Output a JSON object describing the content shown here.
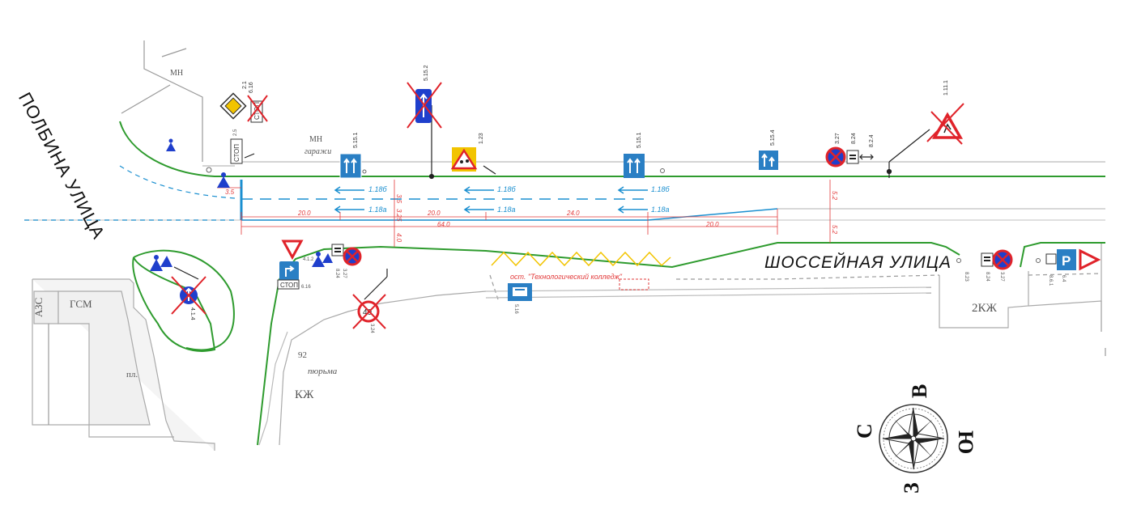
{
  "colors": {
    "curb": "#2e9b2e",
    "marking": "#1a8fd0",
    "dimension": "#e23a3a",
    "sign_blue": "#2a7fc4",
    "sign_red": "#e0232a",
    "sign_yellow": "#f2c400",
    "cross_out": "#e0232a",
    "symbol_blue": "#1f3fcc",
    "base_map": "#9a9a9a"
  },
  "streets": {
    "polbina": "ПОЛБИНА УЛИЦА",
    "shosseynaya": "ШОССЕЙНАЯ УЛИЦА"
  },
  "map_labels": {
    "mn_top": "МН",
    "mn_garages_1": "МН",
    "mn_garages_2": "гаражи",
    "azs": "АЗС",
    "gsm": "ГСМ",
    "pl": "пл.",
    "num_92": "92",
    "pivnaya": "пюрьма",
    "kzh_left": "КЖ",
    "kzh_right": "2КЖ",
    "bus_stop": "ост. \"Технологический колледж\""
  },
  "dimensions": {
    "v1": "3.5",
    "v2": "3.5",
    "v3": "3.25",
    "v4": "4.0",
    "v5": "5.2",
    "v6": "5.2",
    "h1": "20.0",
    "h2": "20.0",
    "h3": "24.0",
    "h4": "64.0",
    "h5": "20.0"
  },
  "markings": {
    "m1": "1.18б",
    "m2": "1.18б",
    "m3": "1.18б",
    "m4": "1.18а",
    "m5": "1.18а",
    "m6": "1.18а"
  },
  "signs": {
    "s_2_1": "2.1",
    "s_2_5_top": "2.5",
    "s_6_16": "6.16",
    "s_5_15_1a": "5.15.1",
    "s_5_15_1b": "5.15.1",
    "s_5_15_2": "5.15.2",
    "s_1_23": "1.23",
    "s_5_15_4": "5.15.4",
    "s_3_27a": "3.27",
    "s_8_24a": "8.24",
    "s_8_2_4": "8.2.4",
    "s_1_11_1": "1.11.1",
    "s_4_1_4": "4.1.4",
    "s_4_1_2": "4.1.2",
    "s_2_5_left": "6.16",
    "s_3_27b": "3.27",
    "s_8_24b": "8.24",
    "s_3_24": "3.24",
    "s_5_16": "5.16",
    "s_8_23": "8.23",
    "s_8_24c": "8.24",
    "s_3_27c": "3.27",
    "s_6_4": "6.4",
    "s_8_6_1": "8.6.1",
    "stop_text": "СТОП",
    "speed": "40",
    "parking": "P"
  },
  "compass": {
    "north": "С",
    "east": "В",
    "south": "Ю",
    "west": "З"
  }
}
